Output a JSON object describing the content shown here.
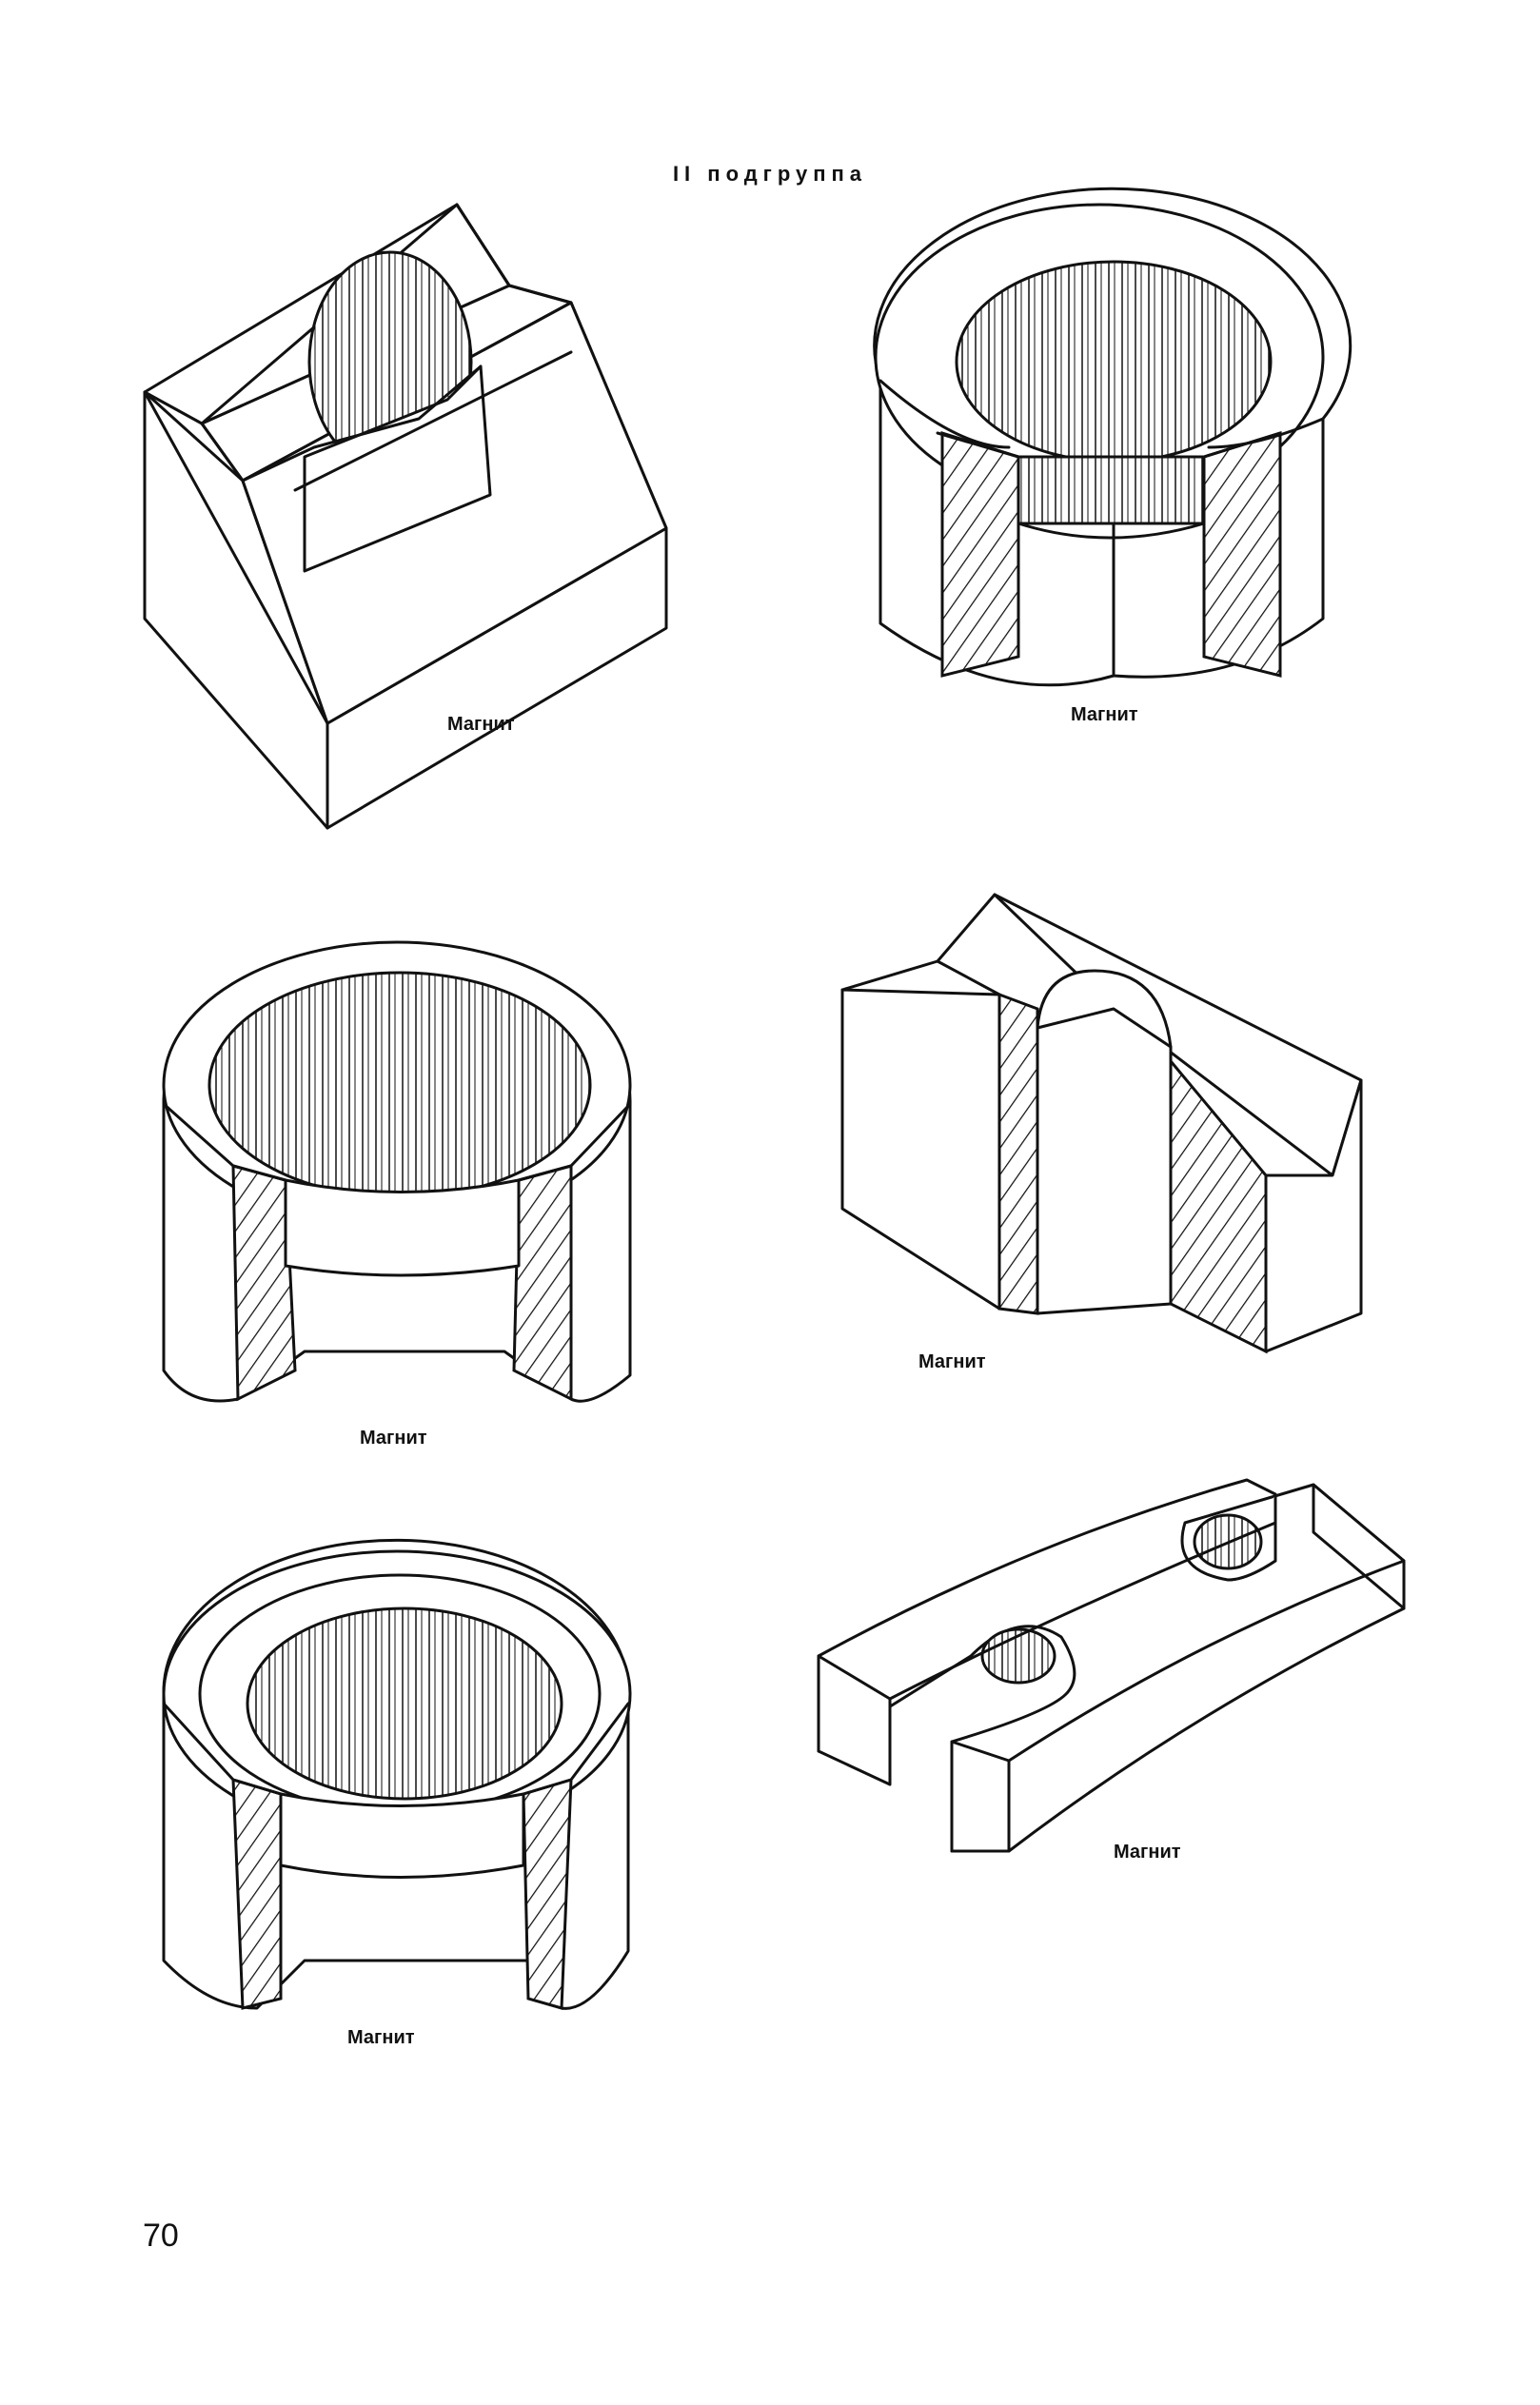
{
  "heading": "II подгруппа",
  "captions": [
    "Магнит",
    "Магнит",
    "Магнит",
    "Магнит",
    "Магнит",
    "Магнит"
  ],
  "page_number": "70",
  "colors": {
    "ink": "#111111",
    "paper": "#ffffff"
  }
}
